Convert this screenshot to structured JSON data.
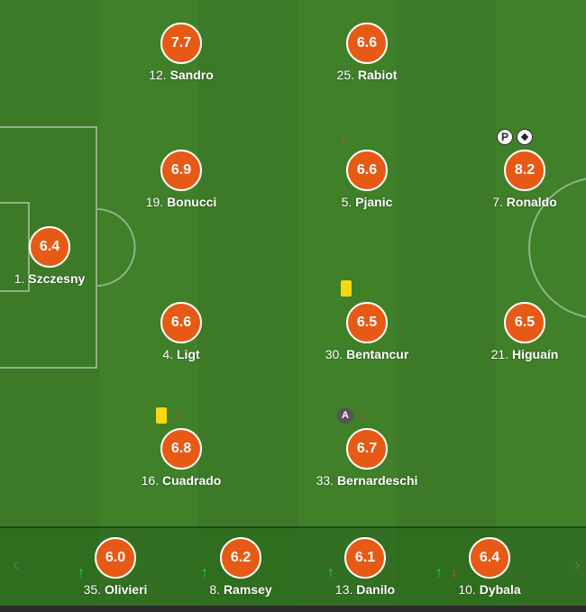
{
  "players": [
    {
      "num": "12.",
      "name": "Sandro",
      "rating": "7.7"
    },
    {
      "num": "25.",
      "name": "Rabiot",
      "rating": "6.6"
    },
    {
      "num": "19.",
      "name": "Bonucci",
      "rating": "6.9"
    },
    {
      "num": "5.",
      "name": "Pjanic",
      "rating": "6.6"
    },
    {
      "num": "7.",
      "name": "Ronaldo",
      "rating": "8.2"
    },
    {
      "num": "1.",
      "name": "Szczesny",
      "rating": "6.4"
    },
    {
      "num": "4.",
      "name": "Ligt",
      "rating": "6.6"
    },
    {
      "num": "30.",
      "name": "Bentancur",
      "rating": "6.5"
    },
    {
      "num": "21.",
      "name": "Higuaín",
      "rating": "6.5"
    },
    {
      "num": "16.",
      "name": "Cuadrado",
      "rating": "6.8"
    },
    {
      "num": "33.",
      "name": "Bernardeschi",
      "rating": "6.7"
    }
  ],
  "subs": [
    {
      "num": "35.",
      "name": "Olivieri",
      "rating": "6.0"
    },
    {
      "num": "8.",
      "name": "Ramsey",
      "rating": "6.2"
    },
    {
      "num": "13.",
      "name": "Danilo",
      "rating": "6.1"
    },
    {
      "num": "10.",
      "name": "Dybala",
      "rating": "6.4"
    }
  ],
  "icons": {
    "arrow_down": "↓",
    "arrow_up": "↑",
    "captain": "A",
    "penalty": "P",
    "prev": "‹",
    "next": "›"
  },
  "colors": {
    "rating_bg": "#e65a16",
    "pitch": "#3c7a27",
    "yellow_card": "#f5d80f",
    "sub_out": "#e83a3a",
    "sub_in": "#2bd93a"
  }
}
